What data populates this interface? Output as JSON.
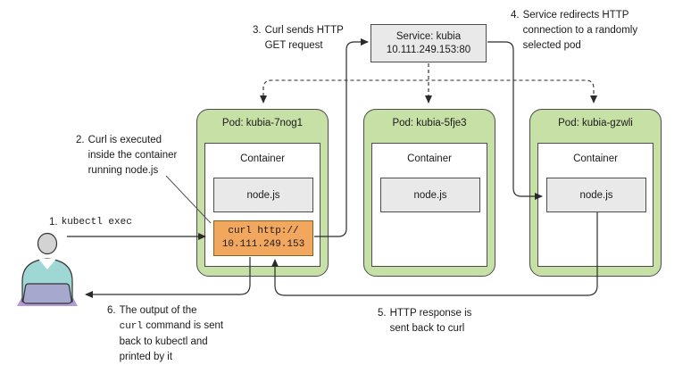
{
  "diagram": {
    "service": {
      "title": "Service: kubia",
      "address": "10.111.249.153:80"
    },
    "pods": [
      {
        "title": "Pod: kubia-7nog1",
        "container_label": "Container",
        "app_label": "node.js"
      },
      {
        "title": "Pod: kubia-5fje3",
        "container_label": "Container",
        "app_label": "node.js"
      },
      {
        "title": "Pod: kubia-gzwli",
        "container_label": "Container",
        "app_label": "node.js"
      }
    ],
    "curl_box": {
      "line1": "curl http://",
      "line2": "10.111.249.153"
    },
    "notes": {
      "n1": {
        "num": "1.",
        "cmd": "kubectl exec"
      },
      "n2": {
        "num": "2.",
        "lines": [
          "Curl is executed",
          "inside the container",
          "running node.js"
        ]
      },
      "n3": {
        "num": "3.",
        "lines": [
          "Curl sends HTTP",
          "GET request"
        ]
      },
      "n4": {
        "num": "4.",
        "lines": [
          "Service redirects HTTP",
          "connection to a randomly",
          "selected pod"
        ]
      },
      "n5": {
        "num": "5.",
        "lines": [
          "HTTP response is",
          "sent back to curl"
        ]
      },
      "n6": {
        "num": "6.",
        "line1": "The output of the",
        "line2_cmd": "curl",
        "line2_rest": " command is sent",
        "line3": "back to kubectl and",
        "line4": "printed by it"
      }
    },
    "colors": {
      "pod_fill": "#c7e0a5",
      "box_fill": "#e9e9e9",
      "curl_fill": "#f1a75e",
      "curl_border": "#82611f",
      "line": "#2b2b2b",
      "person_body": "#9ed7d4",
      "person_laptop": "#a6a9cd",
      "person_head": "#d3d3d3",
      "person_shadow": "#b39bd8"
    }
  }
}
